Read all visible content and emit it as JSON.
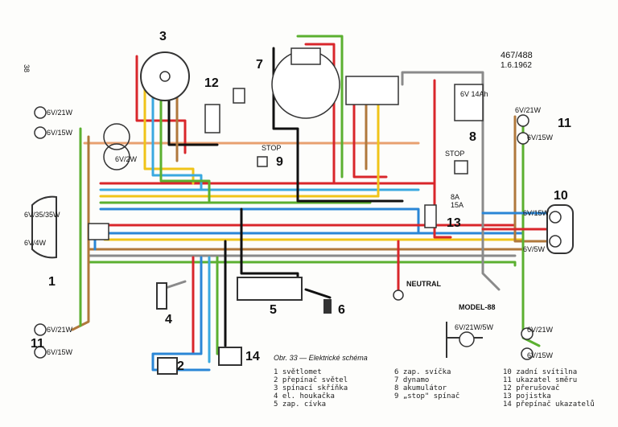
{
  "page_number": "38",
  "model_code": "467/488",
  "date": "1.6.1962",
  "figure_caption": "Obr. 33 — Elektrické schéma",
  "components": [
    {
      "num": "1",
      "name": "světlomet"
    },
    {
      "num": "2",
      "name": "přepínač světel"
    },
    {
      "num": "3",
      "name": "spínací skříňka"
    },
    {
      "num": "4",
      "name": "el. houkačka"
    },
    {
      "num": "5",
      "name": "zap. cívka"
    },
    {
      "num": "6",
      "name": "zap. svíčka"
    },
    {
      "num": "7",
      "name": "dynamo"
    },
    {
      "num": "8",
      "name": "akumulátor"
    },
    {
      "num": "9",
      "name": "„stop\" spínač"
    },
    {
      "num": "10",
      "name": "zadní svítilna"
    },
    {
      "num": "11",
      "name": "ukazatel směru"
    },
    {
      "num": "12",
      "name": "přerušovač"
    },
    {
      "num": "13",
      "name": "pojistka"
    },
    {
      "num": "14",
      "name": "přepínač ukazatelů"
    }
  ],
  "labels": {
    "bulb_front_left_top": "6V/21W",
    "bulb_front_left_bottom": "6V/15W",
    "headlamp_main": "6V/35/35W",
    "headlamp_park": "6V/4W",
    "speedo_lamp": "6V/2W",
    "bulb_rear_left_top": "6V/21W",
    "bulb_rear_left_bottom": "6V/15W",
    "bulb_front_right_top": "6V/21W",
    "bulb_front_right_bottom": "6V/15W",
    "tail_top": "6V/15W",
    "tail_bottom": "6V/5W",
    "battery": "6V 14Ah",
    "stop_left": "STOP",
    "stop_right": "STOP",
    "fuse_top": "8A",
    "fuse_bottom": "15A",
    "neutral": "NEUTRAL",
    "model_note": "MODEL-88",
    "model_bulb": "6V/21W/5W",
    "bulb_rear_right_top": "6V/21W",
    "bulb_rear_right_bottom": "6V/15W"
  },
  "wire_colors": {
    "red": "#d9262b",
    "blue": "#2a86d6",
    "cyan": "#3aa9e0",
    "yellow": "#f0c419",
    "green": "#5bb030",
    "brown": "#b0783c",
    "black": "#111111",
    "grey": "#8a8a8a",
    "peach": "#e8a070"
  }
}
